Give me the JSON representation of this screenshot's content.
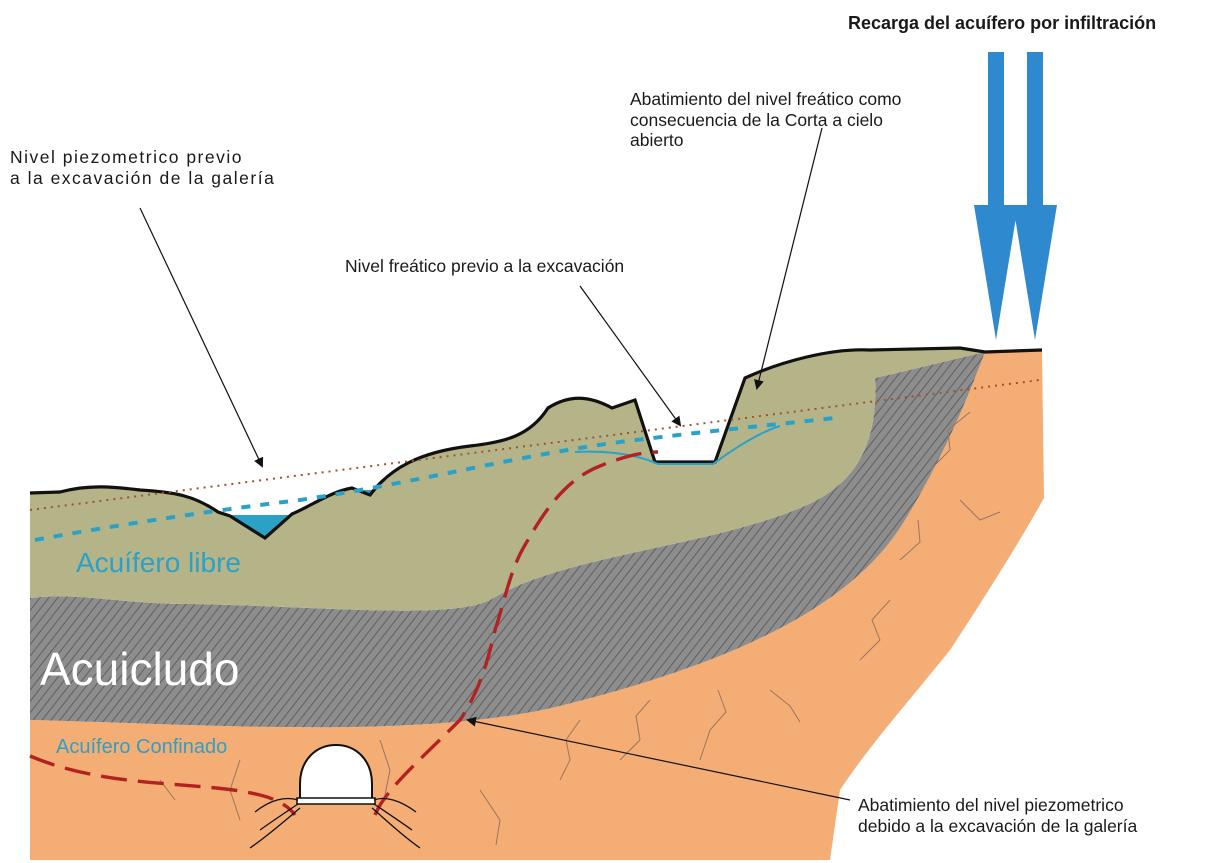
{
  "labels": {
    "recharge": "Recarga del acuífero por infiltración",
    "prior_piezometric": "Nivel  piezometrico  previo\na la excavación de la galería",
    "open_pit_drawdown": "Abatimiento del nivel freático como\nconsecuencia  de  la  Corta  a  cielo\nabierto",
    "prior_water_table": "Nivel freático previo a la excavación",
    "unconfined_aquifer": "Acuífero libre",
    "aquiclude": "Acuicludo",
    "confined_aquifer": "Acuífero Confinado",
    "gallery_drawdown": "Abatimiento del nivel   piezometrico\ndebido a la excavación de la galería"
  },
  "colors": {
    "unconfined_layer": "#b5b489",
    "aquiclude_layer": "#8b8b8b",
    "confined_layer": "#f4ad74",
    "water_blue": "#2ba1c8",
    "recharge_arrow": "#2f89cf",
    "drawdown_line": "#b22222",
    "piezometric_dots": "#a0522d"
  },
  "icons": {
    "recharge": "down-arrow-icon",
    "gallery": "tunnel-icon"
  }
}
